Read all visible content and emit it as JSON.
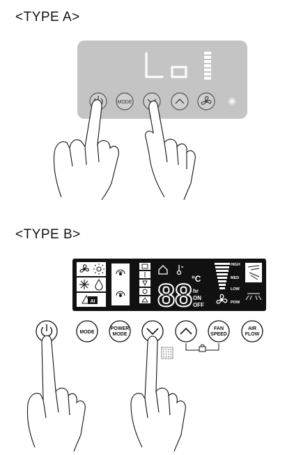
{
  "type_a": {
    "title": "<TYPE A>",
    "display": {
      "readout": "Lo"
    },
    "buttons": [
      {
        "id": "power",
        "icon": "power-icon"
      },
      {
        "id": "mode",
        "label": "MODE"
      },
      {
        "id": "down",
        "icon": "chevron-down-icon"
      },
      {
        "id": "up",
        "icon": "chevron-up-icon"
      },
      {
        "id": "fan",
        "icon": "fan-icon"
      }
    ],
    "indicator_icon": "snowflake-icon"
  },
  "type_b": {
    "title": "<TYPE B>",
    "display": {
      "digits": "88",
      "unit": "°C",
      "hr": "hr",
      "on": "ON",
      "off": "OFF",
      "speed_labels": [
        "HIGH",
        "MED",
        "LOW",
        "POW"
      ],
      "mode_icons": [
        "fan-icon",
        "sun-icon",
        "snowflake-icon",
        "drop-icon",
        "auto-icon"
      ],
      "auto_label": "AI"
    },
    "buttons": {
      "mode": "MODE",
      "power_mode_line1": "POWER",
      "power_mode_line2": "MODE",
      "fan_speed_line1": "FAN",
      "fan_speed_line2": "SPEED",
      "air_flow_line1": "AIR",
      "air_flow_line2": "FLOW"
    }
  },
  "colors": {
    "panel_a": "#c4c4c4",
    "lcd_b": "#111111",
    "ink": "#111111"
  }
}
